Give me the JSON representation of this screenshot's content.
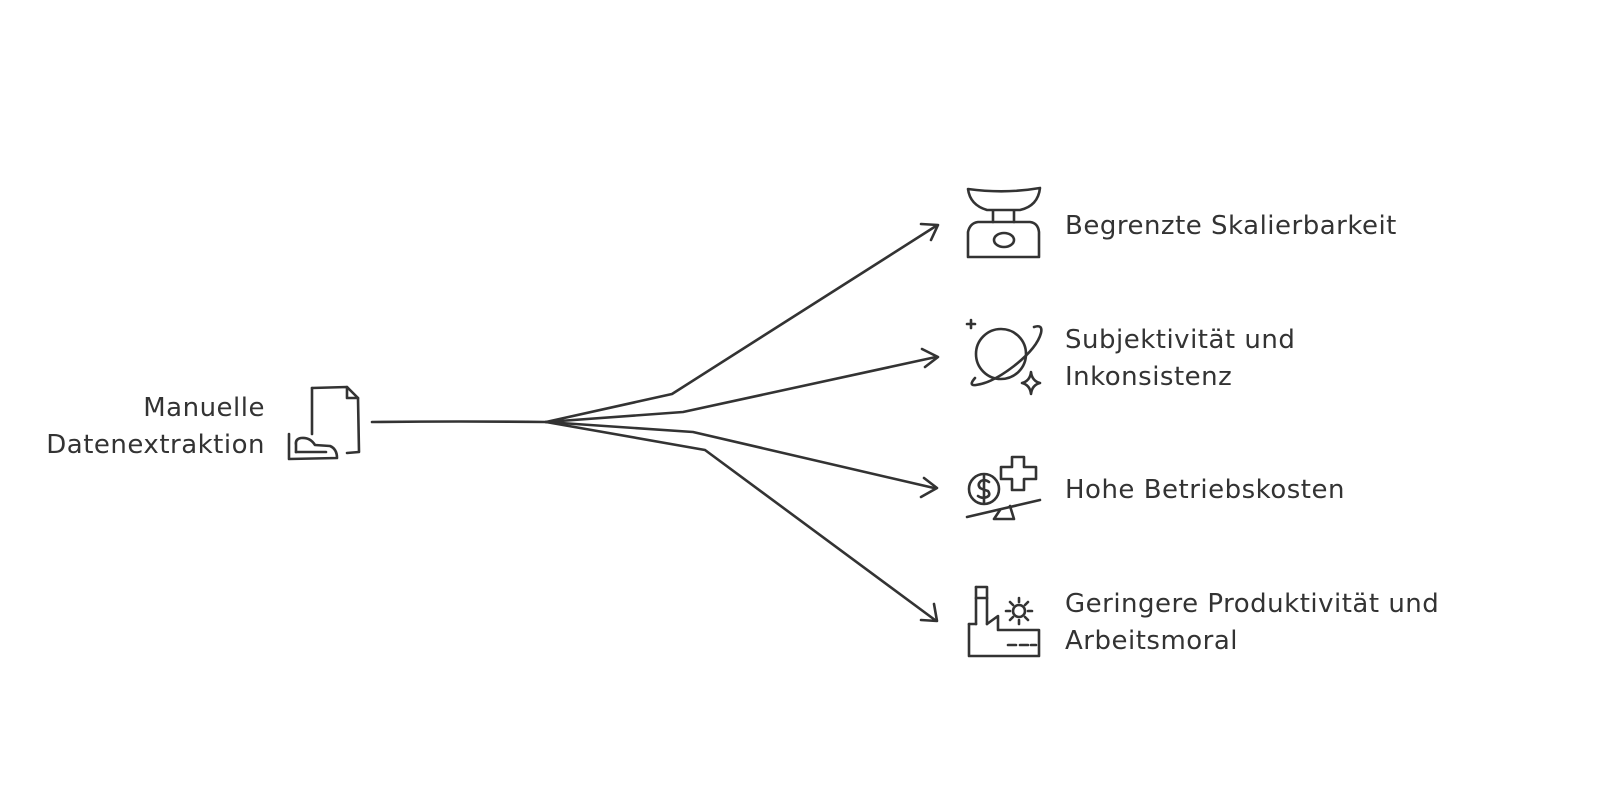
{
  "colors": {
    "ink": "#333333",
    "background": "#ffffff"
  },
  "source": {
    "line1": "Manuelle",
    "line2": "Datenextraktion",
    "icon": "document-hand-icon"
  },
  "outcomes": [
    {
      "line1": "Begrenzte Skalierbarkeit",
      "line2": "",
      "icon": "scale-icon"
    },
    {
      "line1": "Subjektivität und",
      "line2": "Inkonsistenz",
      "icon": "planet-icon"
    },
    {
      "line1": "Hohe Betriebskosten",
      "line2": "",
      "icon": "balance-coin-plus-icon"
    },
    {
      "line1": "Geringere Produktivität und",
      "line2": "Arbeitsmoral",
      "icon": "factory-gear-icon"
    }
  ]
}
